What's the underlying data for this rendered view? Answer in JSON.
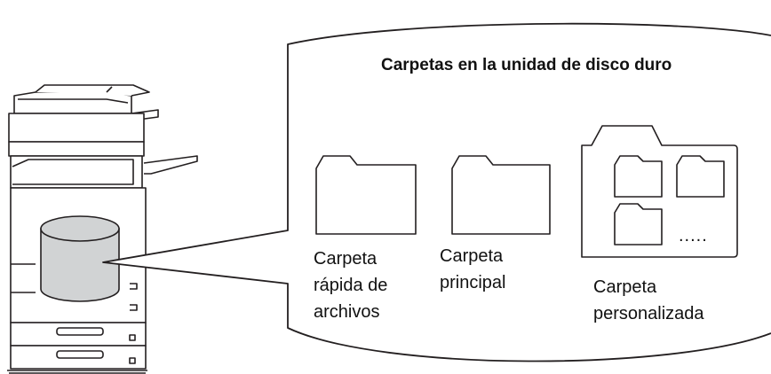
{
  "title": "Carpetas en la unidad de disco duro",
  "folders": {
    "quick": {
      "line1": "Carpeta",
      "line2": "rápida de",
      "line3": "archivos"
    },
    "main": {
      "line1": "Carpeta",
      "line2": "principal"
    },
    "custom": {
      "line1": "Carpeta",
      "line2": "personalizada",
      "more": "....."
    }
  },
  "colors": {
    "outline": "#231f20",
    "disk_fill": "#d1d3d4",
    "background": "#ffffff"
  },
  "icons": [
    "printer-icon",
    "hard-disk-icon",
    "folder-icon"
  ]
}
